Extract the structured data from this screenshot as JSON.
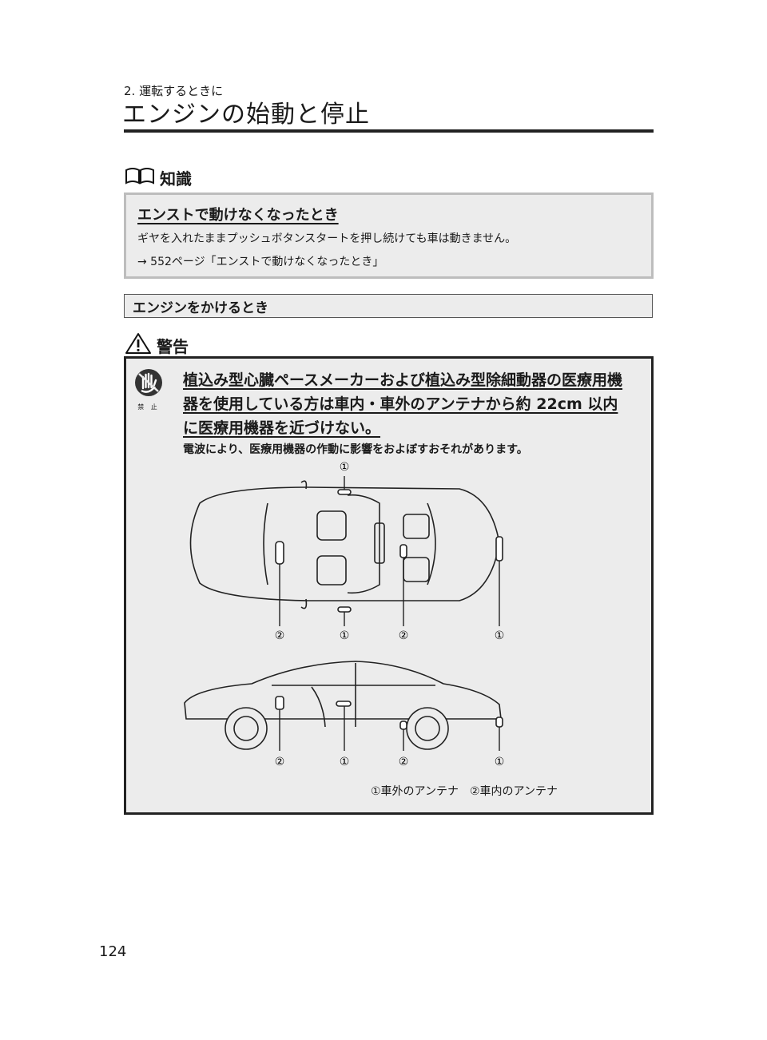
{
  "header": {
    "chapter": "2. 運転するときに",
    "title": "エンジンの始動と停止"
  },
  "knowledge": {
    "heading": "知識",
    "icon": "book-icon",
    "title": "エンストで動けなくなったとき",
    "text": "ギヤを入れたままプッシュボタンスタートを押し続けても車は動きません。",
    "ref": "→ 552ページ「エンストで動けなくなったとき」"
  },
  "section": {
    "title": "エンジンをかけるとき"
  },
  "warning": {
    "heading": "警告",
    "icon": "warning-triangle-icon",
    "prohibit_icon": "prohibited-hand-icon",
    "prohibit_label": "禁 止",
    "line1": "植込み型心臓ペースメーカーおよび植込み型除細動器の医療用機",
    "line2": "器を使用している方は車内・車外のアンテナから約 22cm 以内",
    "line3": "に医療用機器を近づけない。",
    "sub": "電波により、医療用機器の作動に影響をおよぼすおそれがあります。"
  },
  "diagram": {
    "top_view_labels": [
      "①",
      "②",
      "①",
      "②",
      "①"
    ],
    "side_view_labels": [
      "②",
      "①",
      "②",
      "①"
    ],
    "legend": "①車外のアンテナ　②車内のアンテナ"
  },
  "page_number": "124"
}
